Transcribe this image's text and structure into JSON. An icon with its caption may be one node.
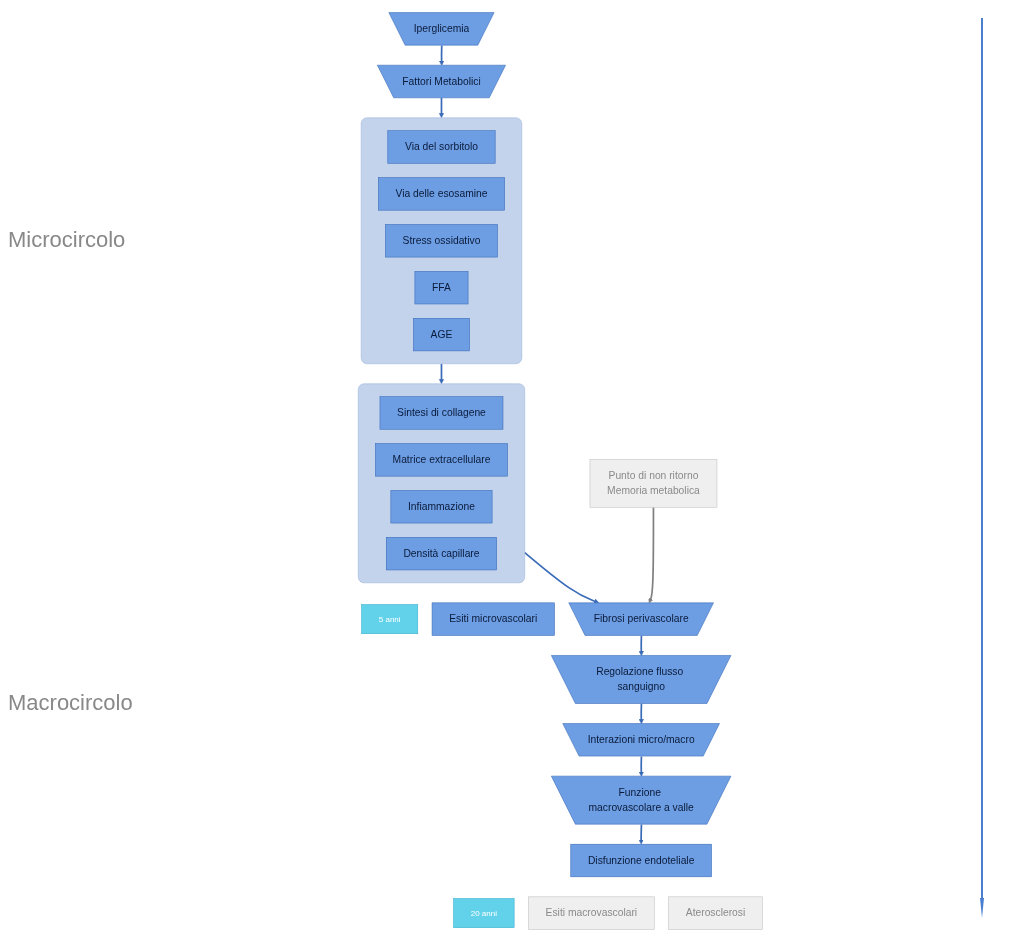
{
  "diagram": {
    "nodes": [
      {
        "text": [
          "Iperglicemia"
        ]
      },
      {
        "text": [
          "Fattori Metabolici"
        ]
      },
      {
        "text": [],
        "shape": "box"
      },
      {
        "text": [
          "Via del sorbitolo"
        ],
        "in": 2
      },
      {
        "text": [
          "Via delle esosamine"
        ],
        "in": 2
      },
      {
        "text": [
          "Stress ossidativo"
        ],
        "in": 2
      },
      {
        "text": [
          "FFA"
        ],
        "in": 2
      },
      {
        "text": [
          "AGE"
        ],
        "in": 2
      },
      {
        "text": [],
        "shape": "box"
      },
      {
        "text": [
          "Sintesi di collagene"
        ],
        "in": 8
      },
      {
        "text": [
          "Matrice extracellulare"
        ],
        "in": 8
      },
      {
        "text": [
          "Infiammazione"
        ],
        "in": 8
      },
      {
        "text": [
          "Densità capillare"
        ],
        "in": 8
      },
      {
        "text": [
          "5 anni"
        ]
      },
      {
        "text": [
          "Esiti microvascolari"
        ]
      },
      {
        "text": [
          "Fibrosi perivascolare"
        ]
      },
      {
        "text": [
          "Punto di non ritorno",
          "Memoria metabolica"
        ]
      },
      {
        "text": [
          "Regolazione flusso sanguigno"
        ]
      },
      {
        "text": [
          "Interazioni micro/macro"
        ]
      },
      {
        "text": [
          "Funzione macrovascolare a valle"
        ]
      },
      {
        "text": [
          "20 anni"
        ]
      },
      {
        "text": [
          "Disfunzione endoteliale"
        ]
      },
      {
        "text": [
          "Esiti macrovascolari"
        ]
      },
      {
        "text": [
          "Aterosclerosi"
        ]
      }
    ],
    "edges": [
      {
        "from": 0,
        "to": 1,
        "arrow": "to"
      },
      {
        "from": 1,
        "to": 2,
        "arrow": "to"
      },
      {
        "from": 2,
        "to": 8,
        "arrow": "to"
      },
      {
        "from": 8,
        "to": 15,
        "arrow": "to"
      },
      {
        "from": 16,
        "to": 15,
        "arrow": "to",
        "color": "#808080"
      },
      {
        "from": 15,
        "to": 17,
        "arrow": "to"
      },
      {
        "from": 17,
        "to": 18,
        "arrow": "to"
      },
      {
        "from": 18,
        "to": 19,
        "arrow": "to"
      },
      {
        "from": 19,
        "to": 21,
        "arrow": "to"
      }
    ],
    "labels": [
      "Microcircolo",
      "Macrocircolo"
    ]
  }
}
